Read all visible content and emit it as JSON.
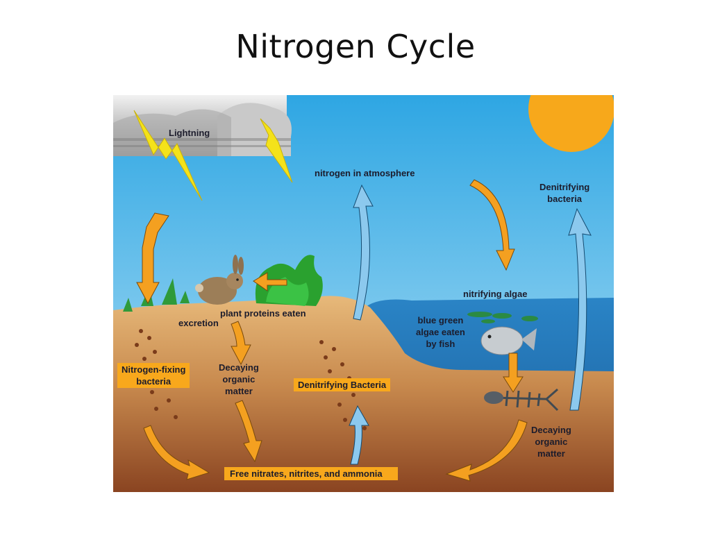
{
  "slide": {
    "title": "Nitrogen Cycle"
  },
  "labels": {
    "lightning": "Lightning",
    "nitrogen_atmosphere": "nitrogen in atmosphere",
    "denitrifying_bacteria_sky_1": "Denitrifying",
    "denitrifying_bacteria_sky_2": "bacteria",
    "nitrifying_algae": "nitrifying algae",
    "plant_proteins": "plant proteins eaten",
    "excretion": "excretion",
    "blue_green_1": "blue green",
    "blue_green_2": "algae eaten",
    "blue_green_3": "by fish",
    "nitrogen_fixing_1": "Nitrogen-fixing",
    "nitrogen_fixing_2": "bacteria",
    "decaying_left_1": "Decaying",
    "decaying_left_2": "organic",
    "decaying_left_3": "matter",
    "denitrifying_box": "Denitrifying Bacteria",
    "decaying_right_1": "Decaying",
    "decaying_right_2": "organic",
    "decaying_right_3": "matter",
    "free_nitrates": "Free nitrates, nitrites, and ammonia"
  },
  "colors": {
    "sky": "#5ec0ec",
    "sun": "#f7a81b",
    "water": "#1f78b8",
    "orange_arrow": "#f4a020",
    "blue_arrow": "#8cc9ee",
    "label_box": "#f8a81c"
  }
}
